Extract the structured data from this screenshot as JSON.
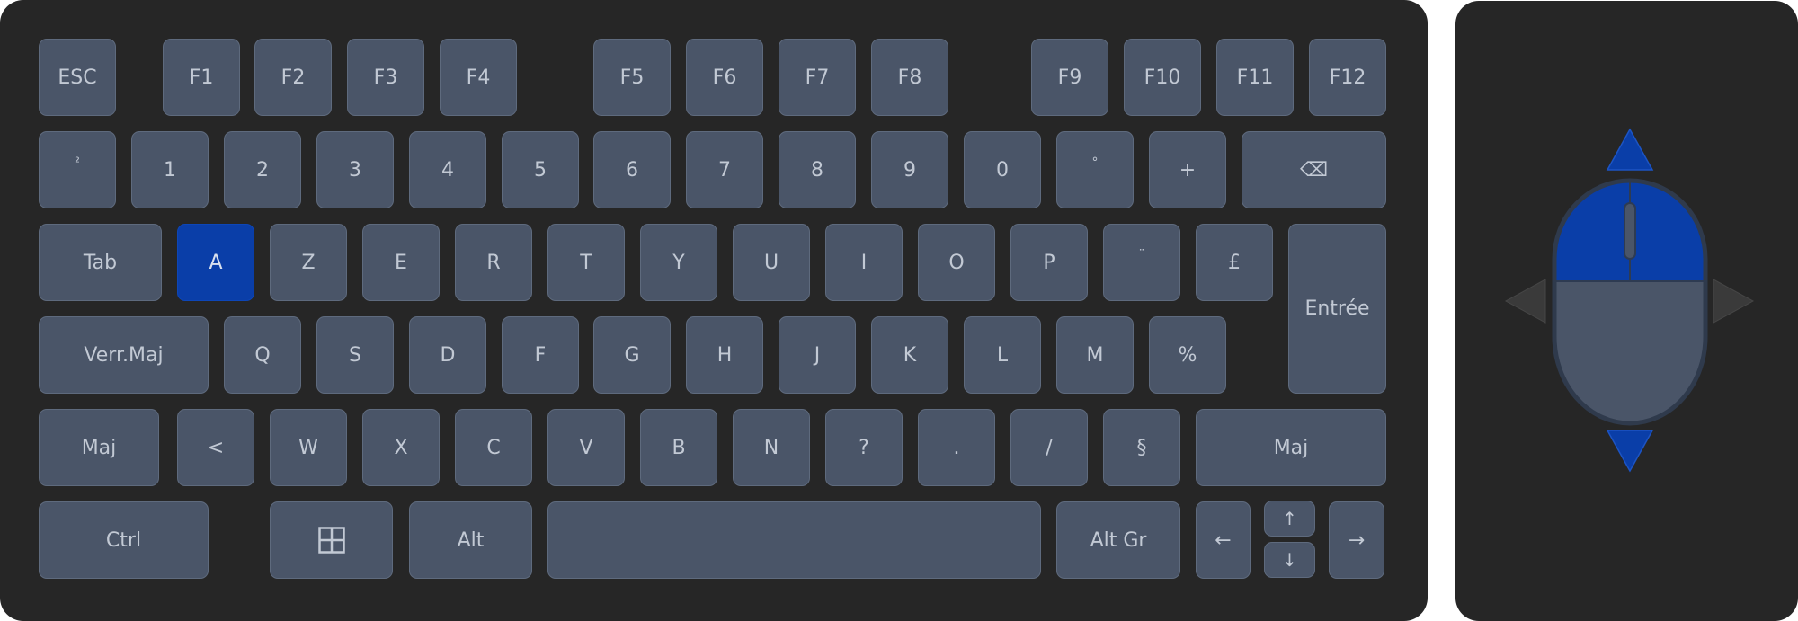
{
  "colors": {
    "panel": "#262626",
    "key": "#4a5568",
    "key_border": "#5e6a7d",
    "key_text": "#c2c9d4",
    "accent": "#0a3ea8",
    "arrow_inactive": "#3a3a3a"
  },
  "keyboard": {
    "active_key": "A",
    "rows": {
      "function": [
        "ESC",
        "F1",
        "F2",
        "F3",
        "F4",
        "F5",
        "F6",
        "F7",
        "F8",
        "F9",
        "F10",
        "F11",
        "F12"
      ],
      "number": [
        "²",
        "1",
        "2",
        "3",
        "4",
        "5",
        "6",
        "7",
        "8",
        "9",
        "0",
        "°",
        "+",
        "⌫"
      ],
      "top": [
        "Tab",
        "A",
        "Z",
        "E",
        "R",
        "T",
        "Y",
        "U",
        "I",
        "O",
        "P",
        "¨",
        "£",
        "Entrée"
      ],
      "home": [
        "Verr.Maj",
        "Q",
        "S",
        "D",
        "F",
        "G",
        "H",
        "J",
        "K",
        "L",
        "M",
        "%"
      ],
      "bottom": [
        "Maj",
        "<",
        "W",
        "X",
        "C",
        "V",
        "B",
        "N",
        "?",
        ".",
        "/",
        "§",
        "Maj"
      ],
      "space": [
        "Ctrl",
        "windows-icon",
        "Alt",
        "",
        "Alt Gr",
        "←",
        "↑",
        "↓",
        "→"
      ]
    }
  },
  "mouse": {
    "icon": "mouse-icon",
    "active_parts": [
      "left-button",
      "right-button",
      "scroll-up-arrow",
      "scroll-down-arrow"
    ],
    "inactive_parts": [
      "body",
      "left-arrow",
      "right-arrow"
    ]
  }
}
